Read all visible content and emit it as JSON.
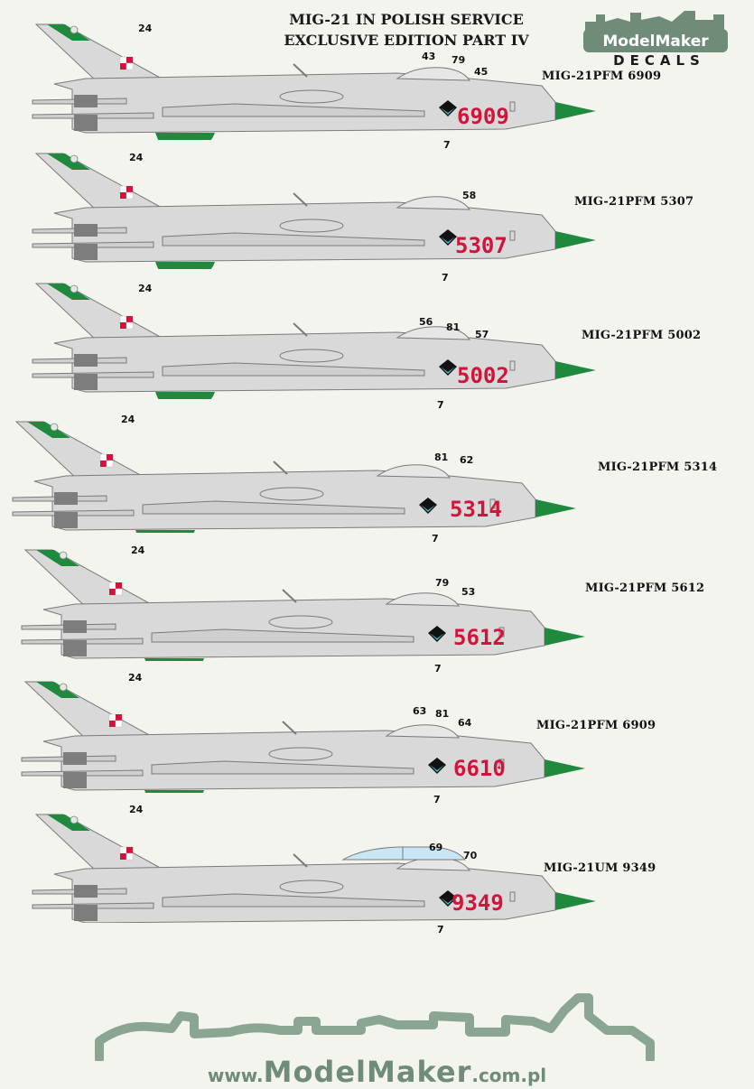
{
  "header": {
    "title_line1": "MIG-21 IN POLISH  SERVICE",
    "title_line2": "EXCLUSIVE EDITION PART IV"
  },
  "brand": {
    "logo_name": "ModelMaker",
    "logo_sub": "DECALS",
    "website_prefix": "www.",
    "website_brand": "ModelMaker",
    "website_suffix": ".com.pl"
  },
  "colors": {
    "background": "#f4f4ef",
    "airframe": "#d9d9d9",
    "outline": "#7a7a7a",
    "green": "#1f8a3d",
    "number_red": "#d2143a",
    "skyline": "#8aa591",
    "logo_green": "#6e8c77"
  },
  "aircraft": [
    {
      "designation": "MIG-21PFM 6909",
      "number": "6909",
      "callouts": [
        "24",
        "43",
        "79",
        "45",
        "7"
      ]
    },
    {
      "designation": "MIG-21PFM 5307",
      "number": "5307",
      "callouts": [
        "24",
        "58",
        "7"
      ]
    },
    {
      "designation": "MIG-21PFM 5002",
      "number": "5002",
      "callouts": [
        "24",
        "56",
        "81",
        "57",
        "7"
      ]
    },
    {
      "designation": "MIG-21PFM 5314",
      "number": "5314",
      "callouts": [
        "24",
        "81",
        "62",
        "7"
      ]
    },
    {
      "designation": "MIG-21PFM 5612",
      "number": "5612",
      "callouts": [
        "24",
        "79",
        "53",
        "7"
      ]
    },
    {
      "designation": "MIG-21PFM 6909",
      "number": "6610",
      "callouts": [
        "24",
        "63",
        "81",
        "64",
        "7"
      ]
    },
    {
      "designation": "MIG-21UM 9349",
      "number": "9349",
      "callouts": [
        "24",
        "69",
        "70",
        "7"
      ]
    }
  ]
}
